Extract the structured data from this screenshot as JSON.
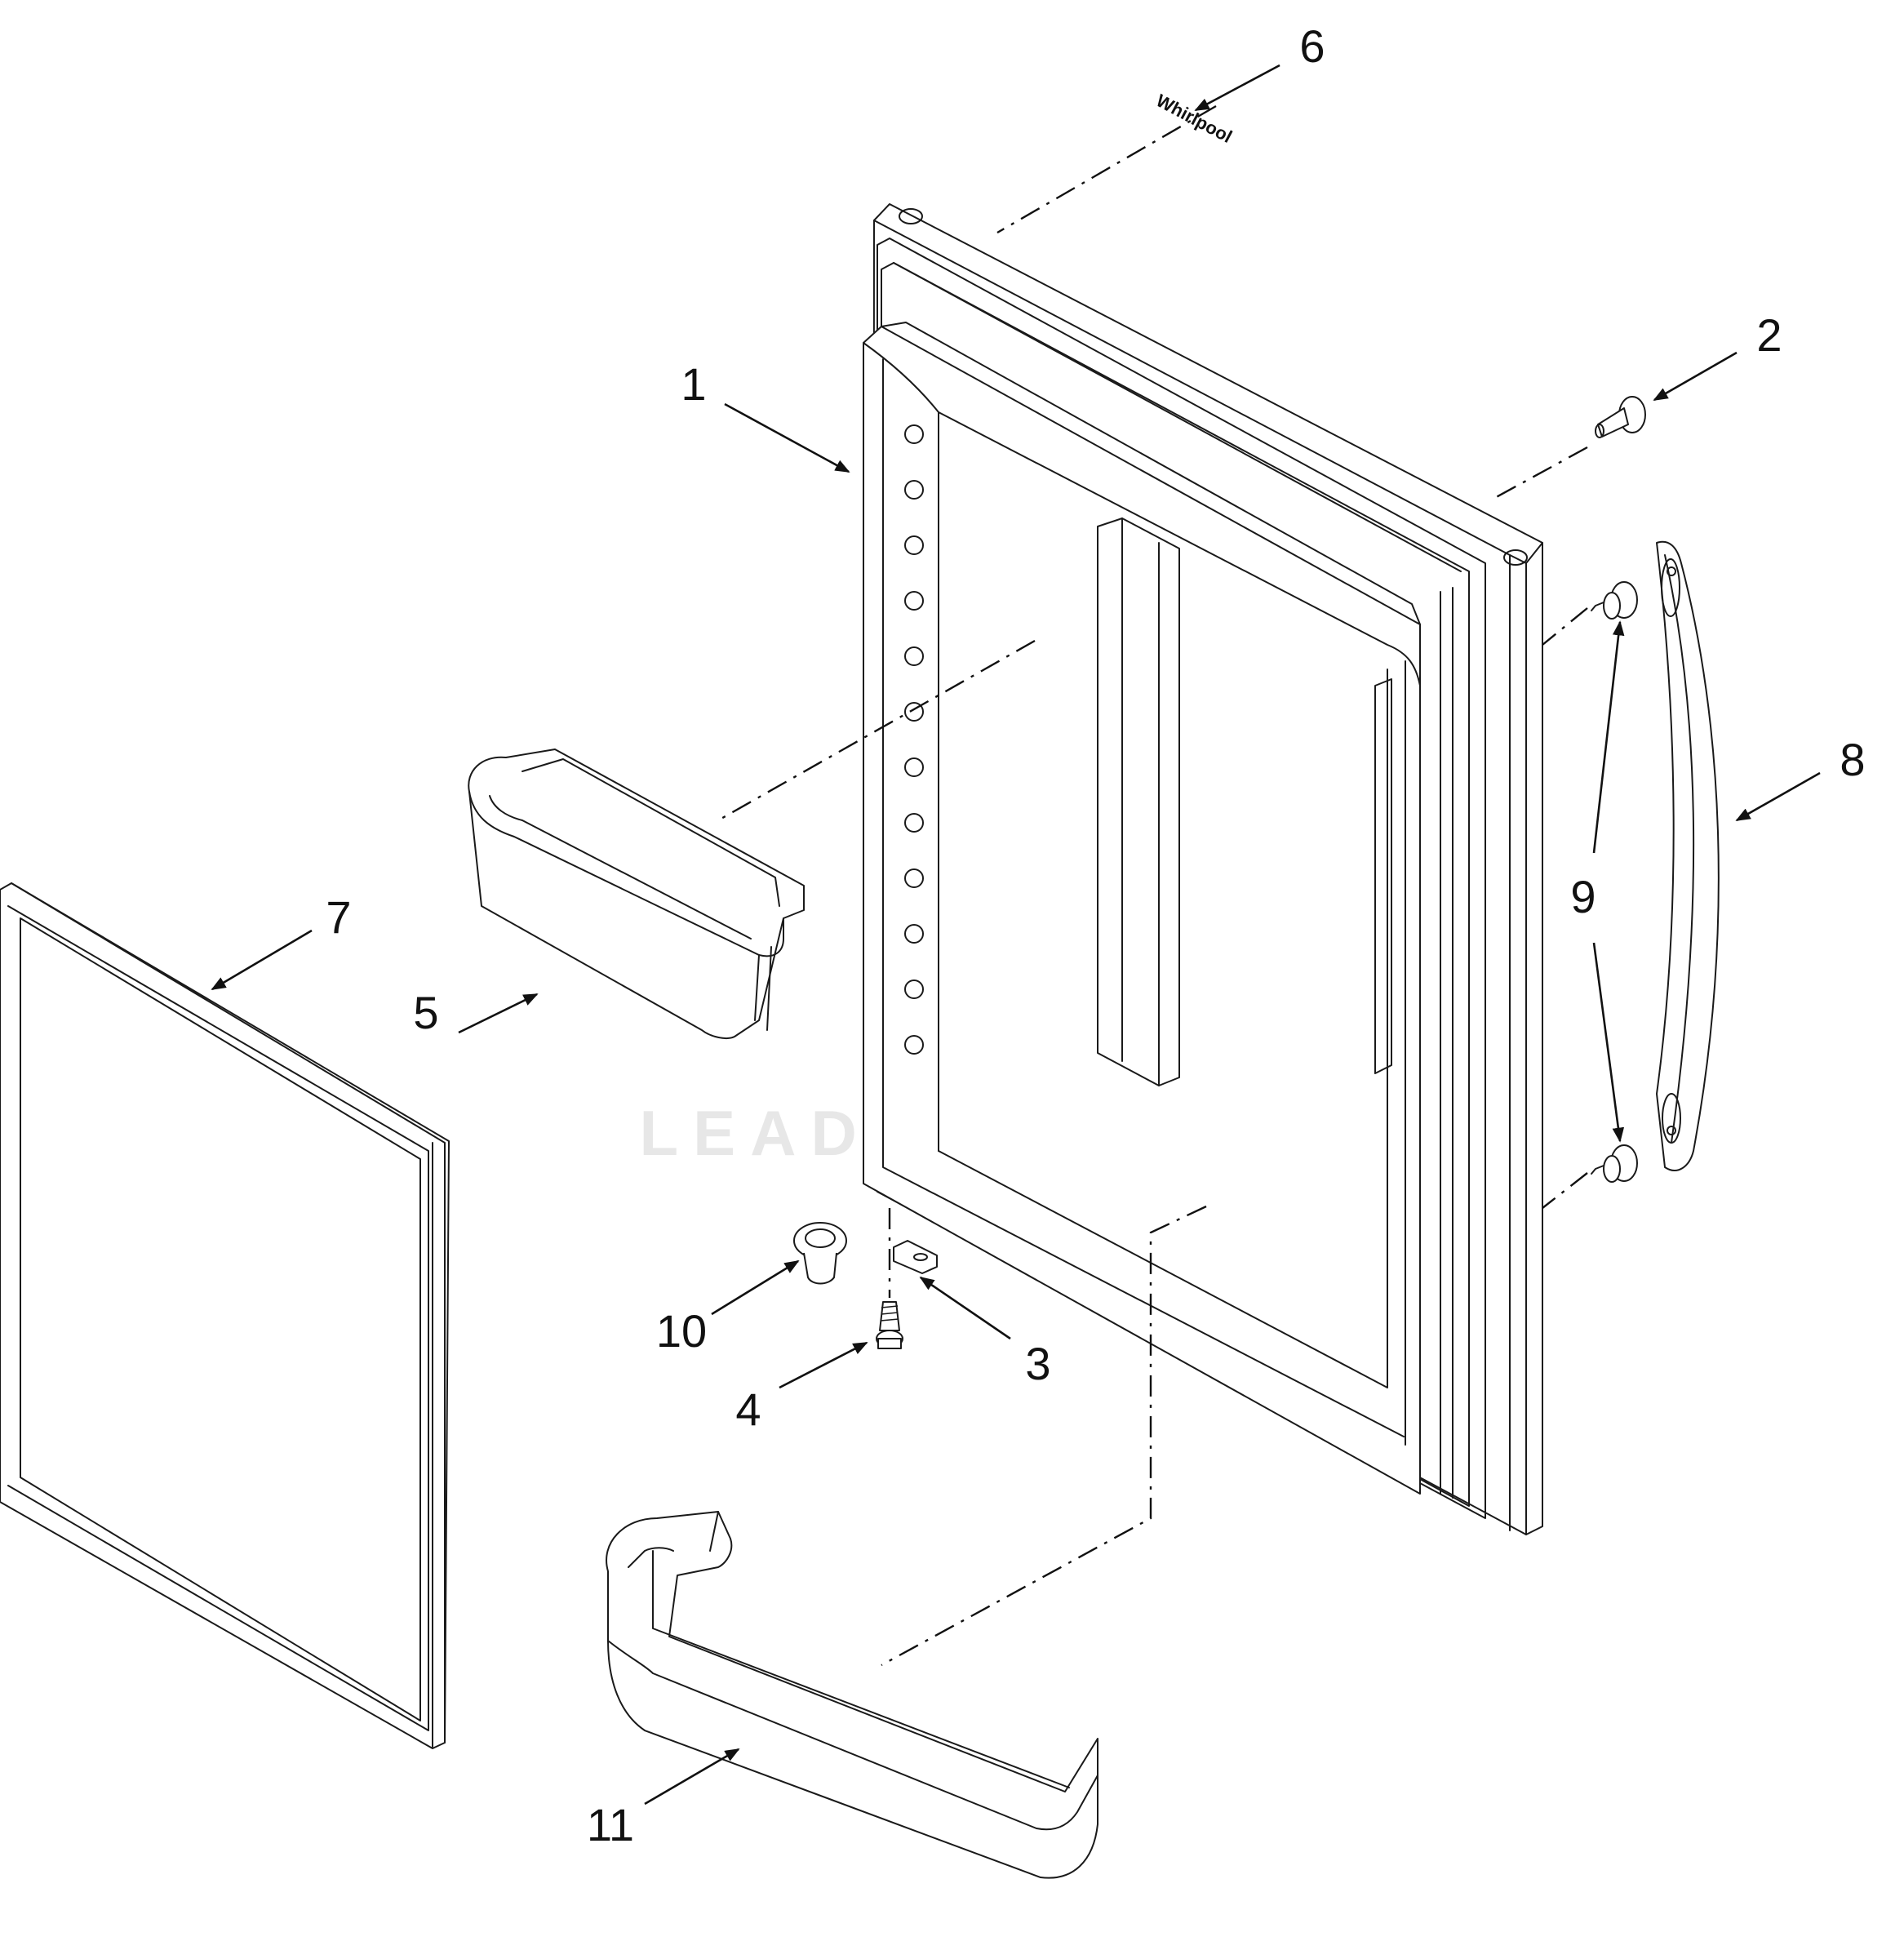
{
  "diagram": {
    "watermark": "LEADVENTURE",
    "badge_text": "Whirlpool",
    "callouts": [
      {
        "id": "1",
        "label": "1"
      },
      {
        "id": "2",
        "label": "2"
      },
      {
        "id": "3",
        "label": "3"
      },
      {
        "id": "4",
        "label": "4"
      },
      {
        "id": "5",
        "label": "5"
      },
      {
        "id": "6",
        "label": "6"
      },
      {
        "id": "7",
        "label": "7"
      },
      {
        "id": "8",
        "label": "8"
      },
      {
        "id": "9",
        "label": "9"
      },
      {
        "id": "10",
        "label": "10"
      },
      {
        "id": "11",
        "label": "11"
      }
    ]
  }
}
